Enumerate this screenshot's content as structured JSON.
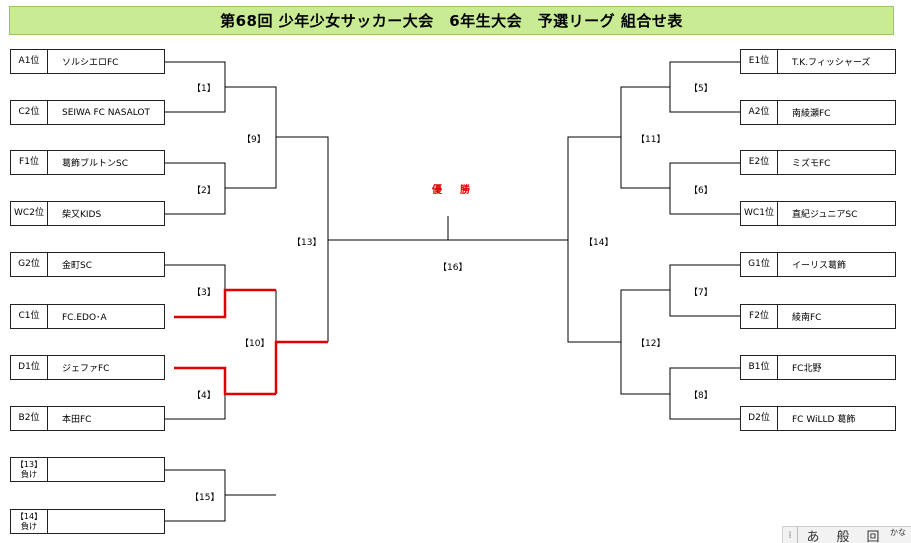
{
  "title": "第68回 少年少女サッカー大会　6年生大会　予選リーグ 組合せ表",
  "champion_label": "優　勝",
  "left_teams": [
    {
      "seed": "A1位",
      "name": "ソルシエロFC"
    },
    {
      "seed": "C2位",
      "name": "SEIWA FC NASALOT"
    },
    {
      "seed": "F1位",
      "name": "葛飾ブルトンSC"
    },
    {
      "seed": "WC2位",
      "name": "柴又KIDS"
    },
    {
      "seed": "G2位",
      "name": "金町SC"
    },
    {
      "seed": "C1位",
      "name": "FC.EDO･A"
    },
    {
      "seed": "D1位",
      "name": "ジェファFC"
    },
    {
      "seed": "B2位",
      "name": "本田FC"
    }
  ],
  "right_teams": [
    {
      "seed": "E1位",
      "name": "T.K.フィッシャーズ"
    },
    {
      "seed": "A2位",
      "name": "南綾瀬FC"
    },
    {
      "seed": "E2位",
      "name": "ミズモFC"
    },
    {
      "seed": "WC1位",
      "name": "直紀ジュニアSC"
    },
    {
      "seed": "G1位",
      "name": "イーリス葛飾"
    },
    {
      "seed": "F2位",
      "name": "綾南FC"
    },
    {
      "seed": "B1位",
      "name": "FC北野"
    },
    {
      "seed": "D2位",
      "name": "FC WiLLD 葛飾"
    }
  ],
  "loser_slots": [
    {
      "seed_top": "【13】",
      "seed_bottom": "負け",
      "name": ""
    },
    {
      "seed_top": "【14】",
      "seed_bottom": "負け",
      "name": ""
    }
  ],
  "matches": {
    "m1": "【1】",
    "m2": "【2】",
    "m3": "【3】",
    "m4": "【4】",
    "m5": "【5】",
    "m6": "【6】",
    "m7": "【7】",
    "m8": "【8】",
    "m9": "【9】",
    "m10": "【10】",
    "m11": "【11】",
    "m12": "【12】",
    "m13": "【13】",
    "m14": "【14】",
    "m15": "【15】",
    "m16": "【16】"
  },
  "colors": {
    "title_bg": "#c8eb94",
    "winner_path": "#e00000",
    "champion_text": "#e00000",
    "line": "#000000"
  },
  "ime": {
    "glyph1": "あ",
    "glyph2": "般",
    "glyph3": "回",
    "glyph4": "かな"
  }
}
